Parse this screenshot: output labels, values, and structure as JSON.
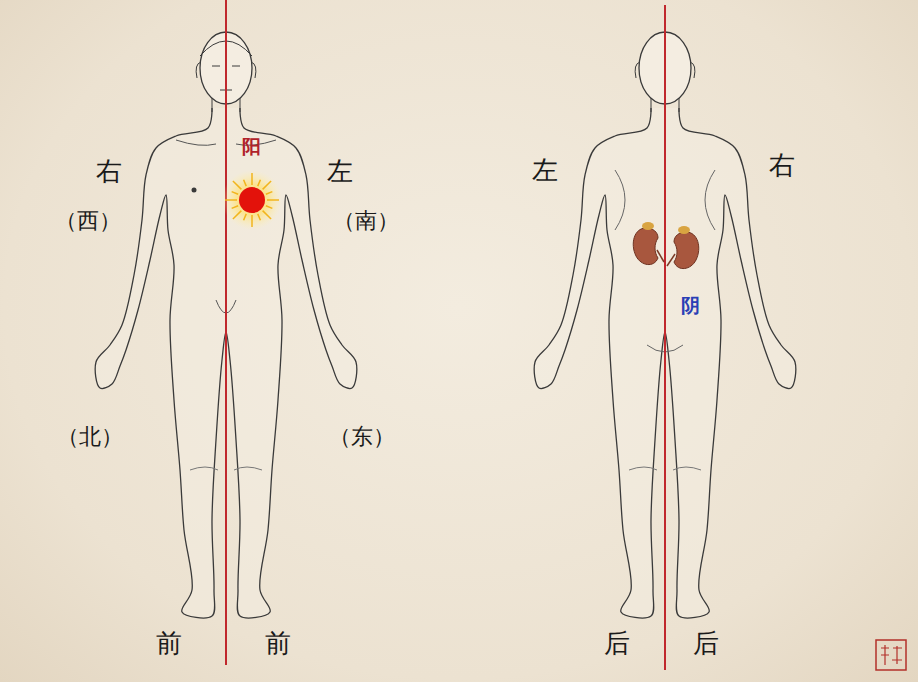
{
  "diagram": {
    "labels": [
      "阳",
      "右",
      "（西）",
      "左",
      "（南）",
      "（北）",
      "（东）",
      "前",
      "前",
      "左",
      "右",
      "阴",
      "后",
      "后"
    ]
  }
}
